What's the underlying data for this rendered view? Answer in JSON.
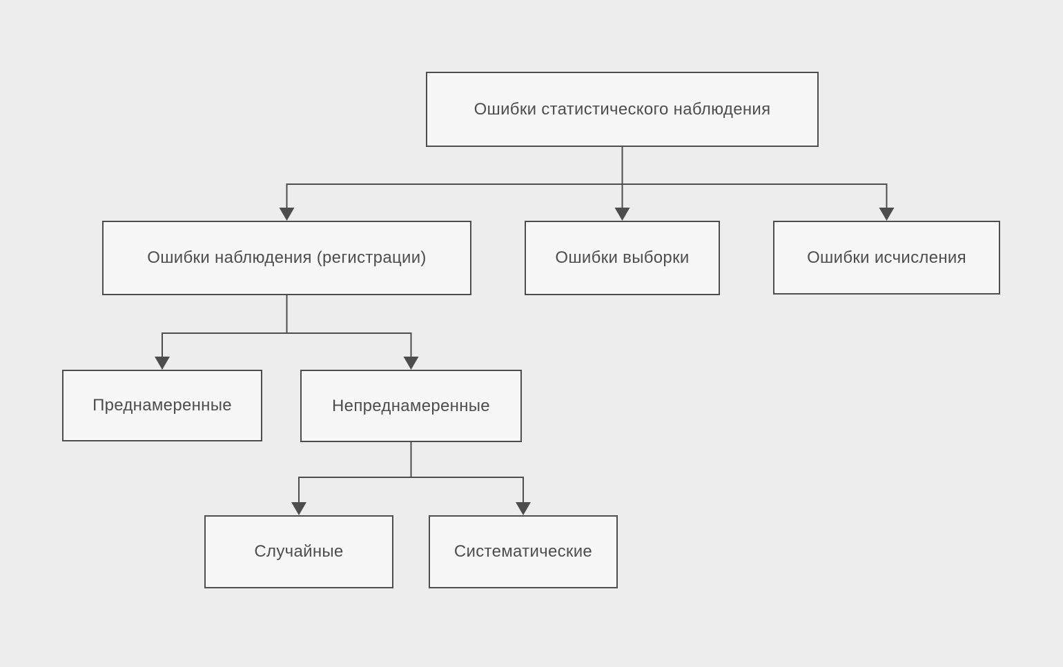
{
  "diagram": {
    "type": "flowchart",
    "direction": "top-down",
    "language": "ru",
    "colors": {
      "background": "#ededed",
      "node_fill": "#f7f7f7",
      "node_border": "#4d4d4d",
      "text": "#4d4d4d",
      "connector": "#4d4d4d"
    },
    "nodes": [
      {
        "id": "root",
        "label": "Ошибки статистического наблюдения",
        "children": [
          "observation",
          "sampling",
          "calculation"
        ]
      },
      {
        "id": "observation",
        "label": "Ошибки наблюдения (регистрации)",
        "children": [
          "intentional",
          "unintentional"
        ]
      },
      {
        "id": "sampling",
        "label": "Ошибки выборки",
        "children": []
      },
      {
        "id": "calculation",
        "label": "Ошибки исчисления",
        "children": []
      },
      {
        "id": "intentional",
        "label": "Преднамеренные",
        "children": []
      },
      {
        "id": "unintentional",
        "label": "Непреднамеренные",
        "children": [
          "random",
          "systematic"
        ]
      },
      {
        "id": "random",
        "label": "Случайные",
        "children": []
      },
      {
        "id": "systematic",
        "label": "Систематические",
        "children": []
      }
    ]
  }
}
